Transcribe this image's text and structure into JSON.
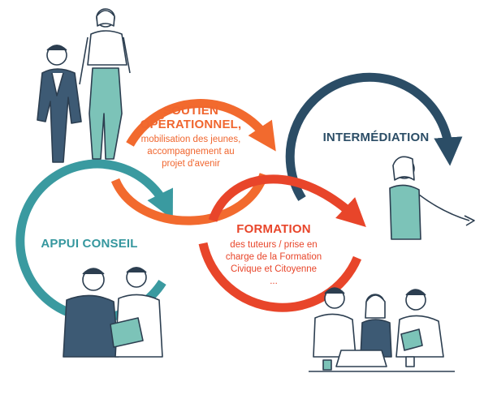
{
  "colors": {
    "soutien": "#f26a2e",
    "formation": "#e8452a",
    "appui": "#3a9aa0",
    "intermediation": "#2b4d66",
    "figure_stroke": "#2c3e50",
    "teal_fill": "#7cc3b8",
    "navy_fill": "#3d5a74"
  },
  "soutien": {
    "title_line1": "SOUTIEN",
    "title_line2": "OPÉRATIONNEL,",
    "desc_line1": "mobilisation des jeunes,",
    "desc_line2": "accompagnement au",
    "desc_line3": "projet d'avenir"
  },
  "intermediation": {
    "title": "INTERMÉDIATION"
  },
  "appui": {
    "title": "APPUI CONSEIL"
  },
  "formation": {
    "title": "FORMATION",
    "desc_line1": "des tuteurs / prise en",
    "desc_line2": "charge de la Formation",
    "desc_line3": "Civique et Citoyenne",
    "desc_line4": "..."
  }
}
